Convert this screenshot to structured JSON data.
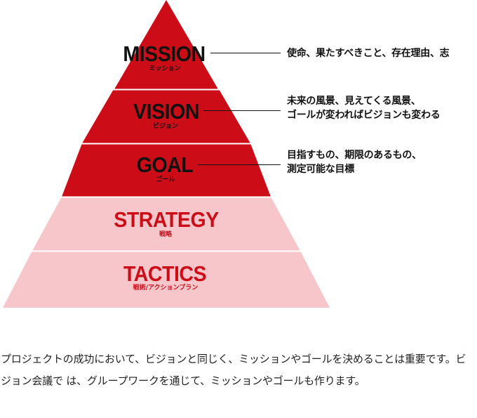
{
  "colors": {
    "dark_fill": "#cc0d18",
    "light_fill": "#f7c6ca",
    "divider": "#ffffff",
    "dark_text": "#111111",
    "light_text": "#cc0d18"
  },
  "pyramid": {
    "levels": [
      {
        "title": "MISSION",
        "subtitle": "ミッション",
        "tone": "dark"
      },
      {
        "title": "VISION",
        "subtitle": "ビジョン",
        "tone": "dark"
      },
      {
        "title": "GOAL",
        "subtitle": "ゴール",
        "tone": "dark"
      },
      {
        "title": "STRATEGY",
        "subtitle": "戦略",
        "tone": "light"
      },
      {
        "title": "TACTICS",
        "subtitle": "戦術/アクションプラン",
        "tone": "light"
      }
    ]
  },
  "notes": [
    {
      "lines": [
        "使命、果たすべきこと、存在理由、志"
      ]
    },
    {
      "lines": [
        "未来の風景、見えてくる風景、",
        "ゴールが変わればビジョンも変わる"
      ]
    },
    {
      "lines": [
        "目指すもの、期限のあるもの、",
        "測定可能な目標"
      ]
    }
  ],
  "caption": "プロジェクトの成功において、ビジョンと同じく、ミッションやゴールを決めることは重要です。ビジョン会議で は、グループワークを通じて、ミッションやゴールも作ります。"
}
